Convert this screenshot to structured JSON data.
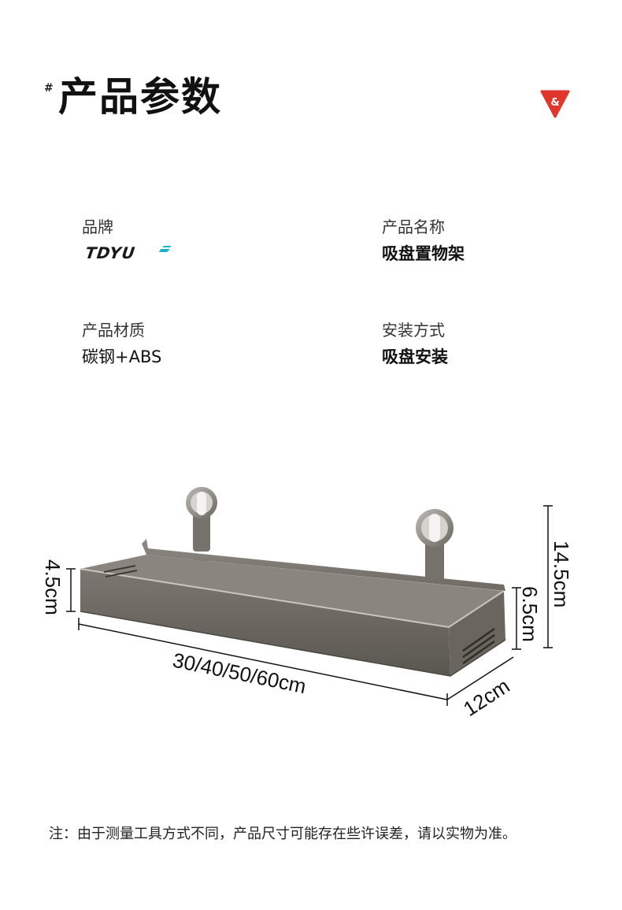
{
  "header": {
    "hash_mark": "#",
    "title": "产品参数",
    "badge_symbol": "&"
  },
  "specs": [
    {
      "label": "品牌",
      "value": "TDYU"
    },
    {
      "label": "产品名称",
      "value": "吸盘置物架"
    },
    {
      "label": "产品材质",
      "value": "碳钢+ABS"
    },
    {
      "label": "安装方式",
      "value": "吸盘安装"
    }
  ],
  "dimensions": {
    "length": "30/40/50/60cm",
    "depth": "12cm",
    "front_height": "4.5cm",
    "side_height": "6.5cm",
    "total_height": "14.5cm"
  },
  "note": "注：由于测量工具方式不同，产品尺寸可能存在些许误差，请以实物为准。",
  "colors": {
    "badge_red": "#e0362c",
    "logo_blue": "#1a1a1a",
    "logo_accent": "#19b3c9",
    "shelf_gray": "#6b6660"
  }
}
